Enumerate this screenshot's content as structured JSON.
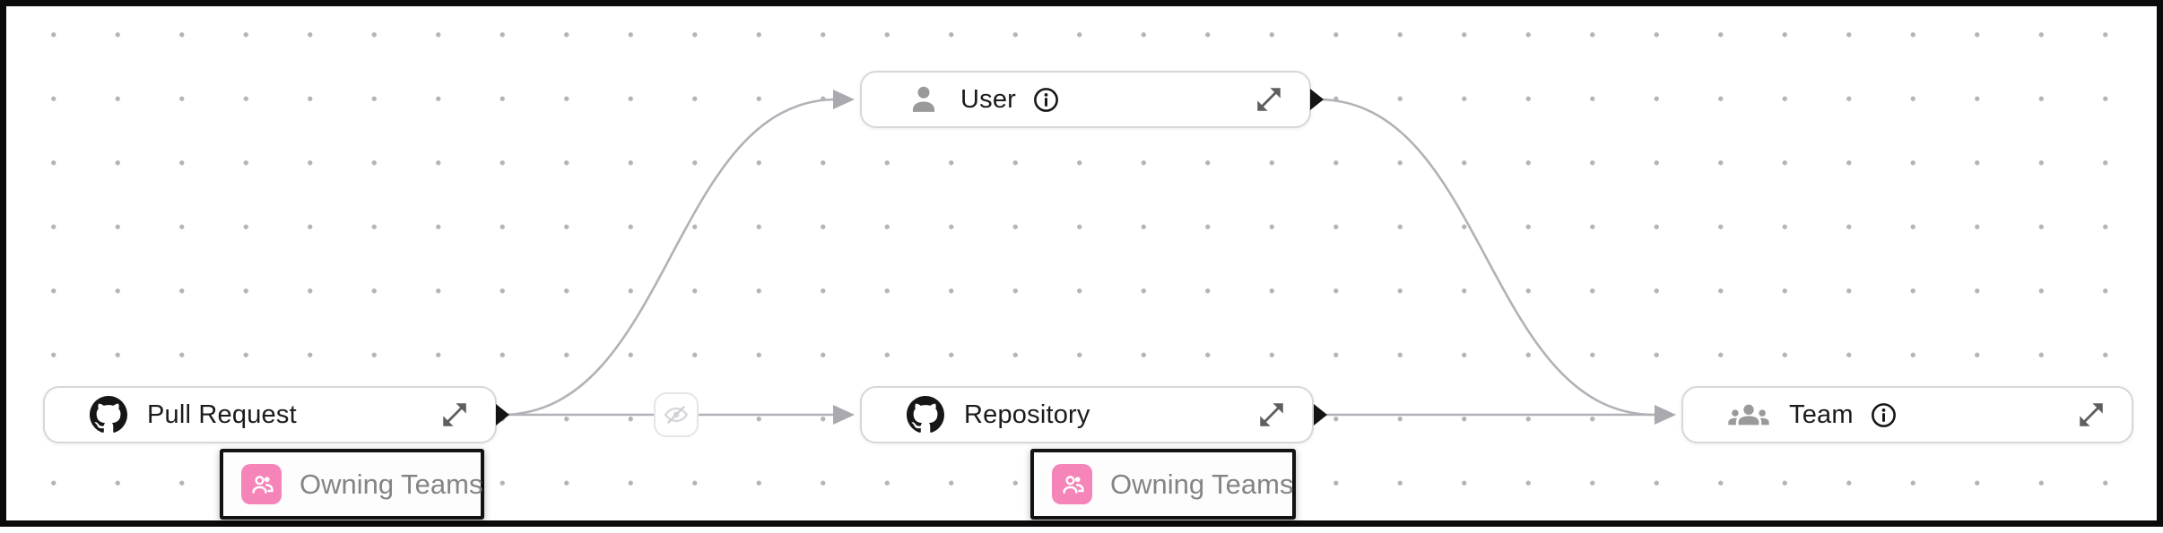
{
  "diagram": {
    "nodes": [
      {
        "id": "pull-request",
        "label": "Pull Request",
        "icon": "github-icon",
        "has_info": false,
        "has_expand": true
      },
      {
        "id": "user",
        "label": "User",
        "icon": "user-icon",
        "has_info": true,
        "has_expand": true
      },
      {
        "id": "repository",
        "label": "Repository",
        "icon": "github-icon",
        "has_info": false,
        "has_expand": true
      },
      {
        "id": "team",
        "label": "Team",
        "icon": "team-icon",
        "has_info": true,
        "has_expand": true
      }
    ],
    "field_badges": [
      {
        "label": "Owning Teams",
        "attached_to": "pull-request",
        "icon": "owning-teams-icon"
      },
      {
        "label": "Owning Teams",
        "attached_to": "repository",
        "icon": "owning-teams-icon"
      }
    ],
    "edges": [
      {
        "from": "pull-request",
        "to": "user"
      },
      {
        "from": "pull-request",
        "to": "repository",
        "badge": "eye-off-icon"
      },
      {
        "from": "user",
        "to": "team"
      },
      {
        "from": "repository",
        "to": "team"
      }
    ],
    "colors": {
      "edge": "#b1b1b7",
      "arrowhead": "#a9a9af",
      "node_border": "#d7d7d7",
      "dot_grid": "#b5b5b9",
      "badge_pink": "#f584b8",
      "chip_border": "#121212",
      "frame": "#0b0b0b"
    }
  }
}
